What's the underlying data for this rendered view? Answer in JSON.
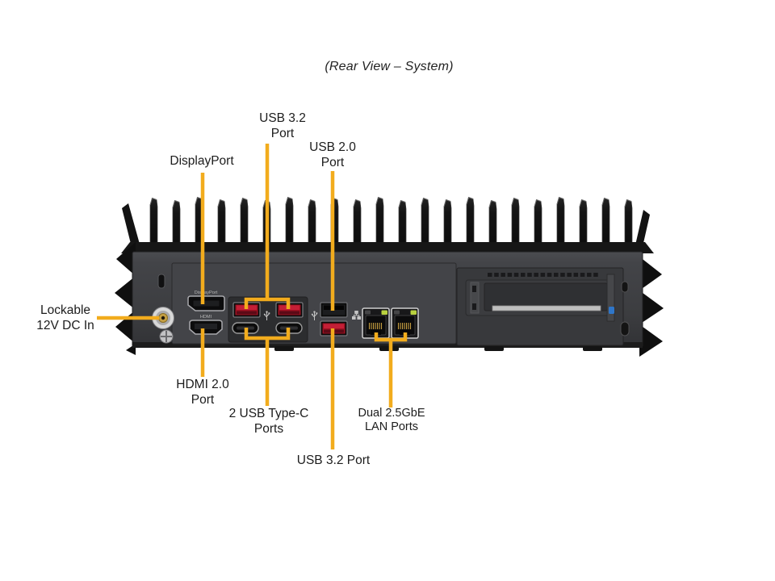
{
  "title": "(Rear View – System)",
  "device": {
    "markings": {
      "displayport": "DisplayPort",
      "hdmi": "HDMI"
    }
  },
  "callouts": {
    "usb32_top": {
      "line1": "USB 3.2",
      "line2": "Port"
    },
    "usb20": {
      "line1": "USB 2.0",
      "line2": "Port"
    },
    "displayport": {
      "line1": "DisplayPort"
    },
    "dc_in": {
      "line1": "Lockable",
      "line2": "12V DC In"
    },
    "hdmi": {
      "line1": "HDMI 2.0",
      "line2": "Port"
    },
    "usb_c": {
      "line1": "2 USB Type-C",
      "line2": "Ports"
    },
    "usb32_bottom": {
      "line1": "USB 3.2 Port"
    },
    "lan": {
      "line1": "Dual 2.5GbE",
      "line2": "LAN Ports"
    }
  },
  "colors": {
    "callout_line": "#F2AC1D",
    "usb32_red": "#C41F36",
    "lan_led_green": "#B9D13F",
    "retention_screw_blue": "#2F76C9",
    "chassis_dark": "#3C3D40"
  }
}
